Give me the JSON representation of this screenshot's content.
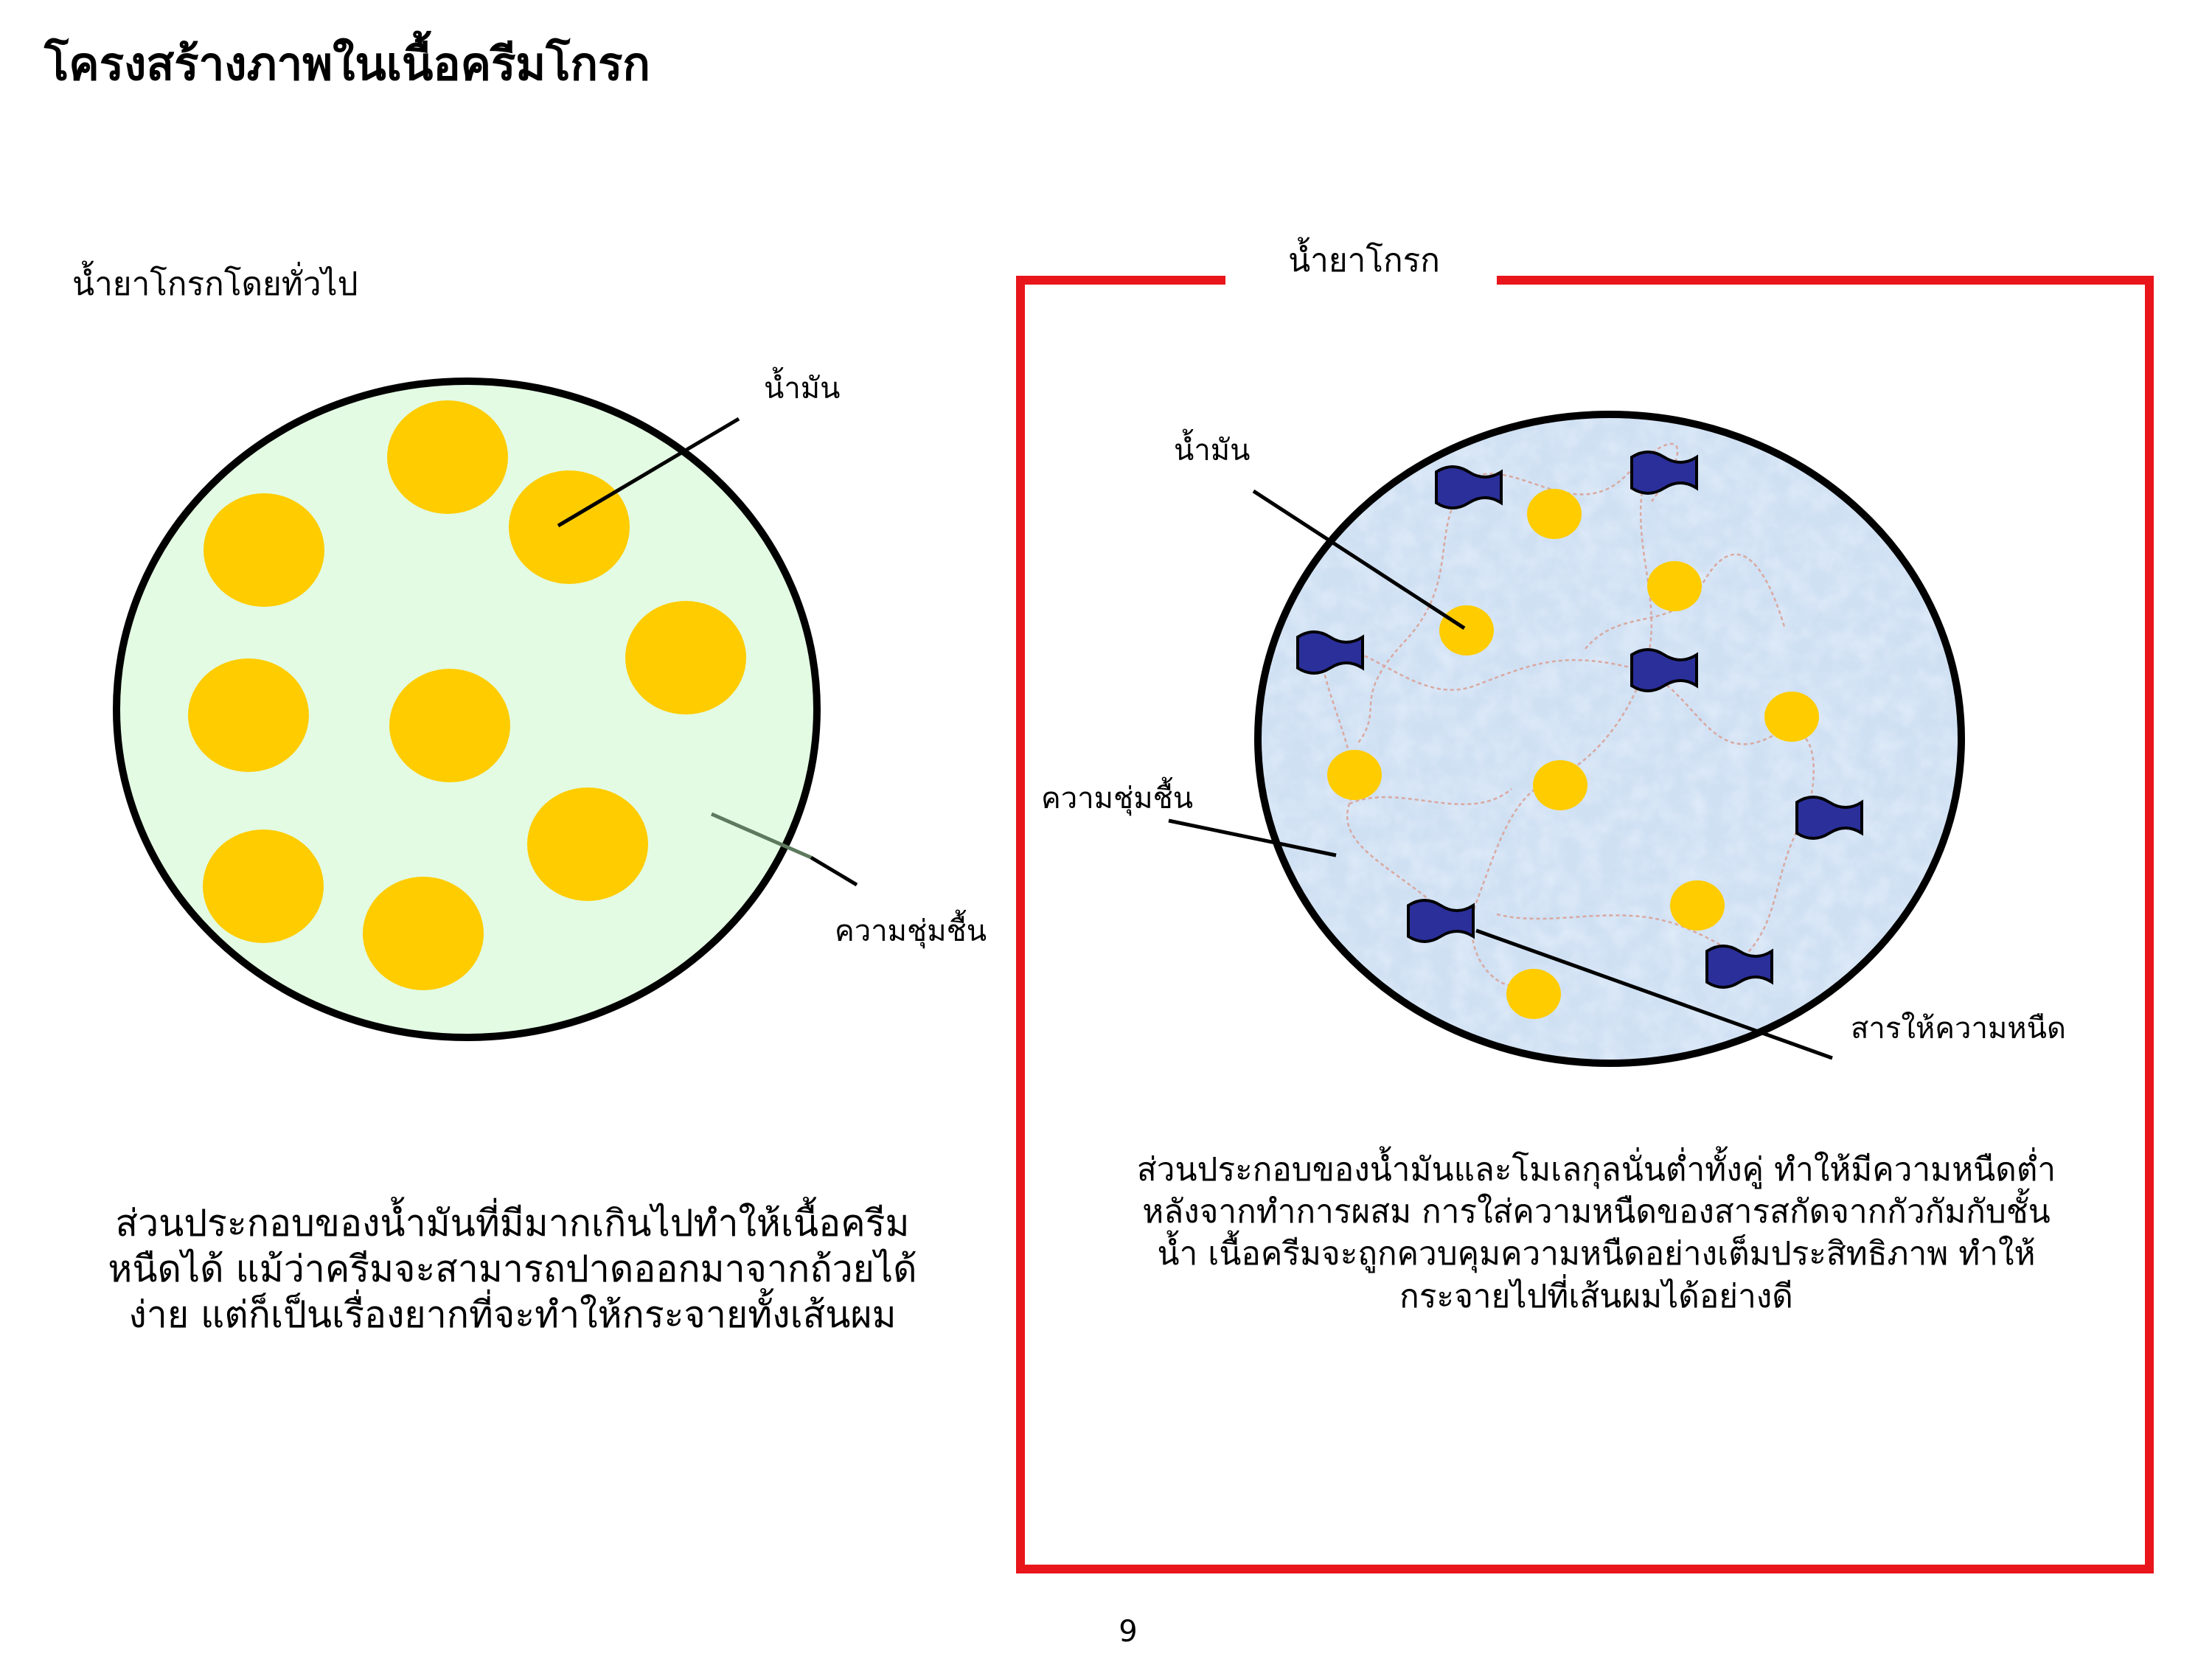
{
  "page_title": "โครงสร้างภาพในเนื้อครีมโกรก",
  "left_panel": {
    "heading": "น้ำยาโกรกโดยทั่วไป",
    "oil_label": "น้ำมัน",
    "moisture_label": "ความชุ่มชื้น",
    "caption": "ส่วนประกอบของน้ำมันที่มีมากเกินไปทำให้เนื้อครีมหนืดได้ แม้ว่าครีมจะสามารถปาดออกมาจากถ้วยได้ง่าย แต่ก็เป็นเรื่องยากที่จะทำให้กระจายทั้งเส้นผม"
  },
  "right_panel": {
    "heading": "น้ำยาโกรก",
    "oil_label": "น้ำมัน",
    "moisture_label": "ความชุ่มชื้น",
    "thickener_label": "สารให้ความหนืด",
    "caption": "ส่วนประกอบของน้ำมันและโมเลกุลนั่นต่ำทั้งคู่ ทำให้มีความหนืดต่ำหลังจากทำการผสม การใส่ความหนืดของสารสกัดจากกัวกัมกับชั้นน้ำ เนื้อครีมจะถูกควบคุมความหนืดอย่างเต็มประสิทธิภาพ ทำให้กระจายไปที่เส้นผมได้อย่างดี"
  },
  "page_number": "9",
  "colors": {
    "oil_droplet": "#FFCC00",
    "left_fill": "#E3FBE3",
    "right_fill": "#CFE0F3",
    "thickener_flag": "#2B2F9A",
    "frame": "#E8161B",
    "outline": "#000000"
  }
}
